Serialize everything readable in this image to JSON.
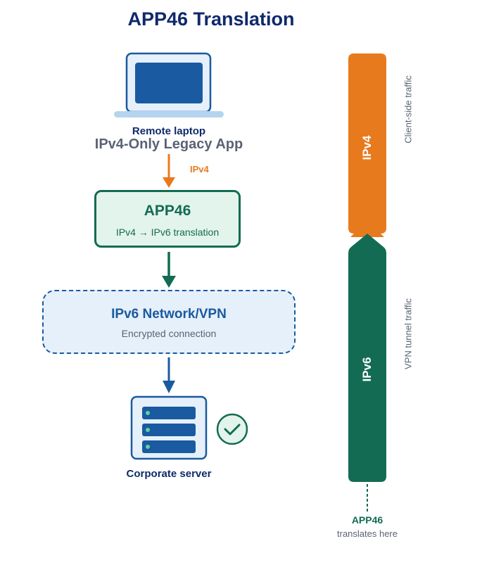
{
  "title": "APP46 Translation",
  "client": {
    "device_label": "Remote laptop",
    "app_label": "IPv4-Only Legacy App",
    "icon": "laptop-icon"
  },
  "arrow_ipv4_label": "IPv4",
  "translator": {
    "title": "APP46",
    "subtitle": "IPv4 → IPv6 translation"
  },
  "network": {
    "title": "IPv6 Network/VPN",
    "subtitle": "Encrypted connection"
  },
  "server": {
    "label": "Corporate server",
    "icon": "server-icon",
    "status_icon": "check-circle-icon"
  },
  "side_bar": {
    "top_segment": {
      "label": "IPv4",
      "note": "Client-side traffic",
      "color": "#e87a1e"
    },
    "bottom_segment": {
      "label": "IPv6",
      "note": "VPN tunnel traffic",
      "color": "#136b53"
    },
    "marker_title": "APP46",
    "marker_subtitle": "translates here"
  },
  "colors": {
    "navy": "#0f2a6b",
    "blue": "#1a5aa0",
    "green": "#136b53",
    "orange": "#e87a1e",
    "gray": "#5a6275"
  }
}
